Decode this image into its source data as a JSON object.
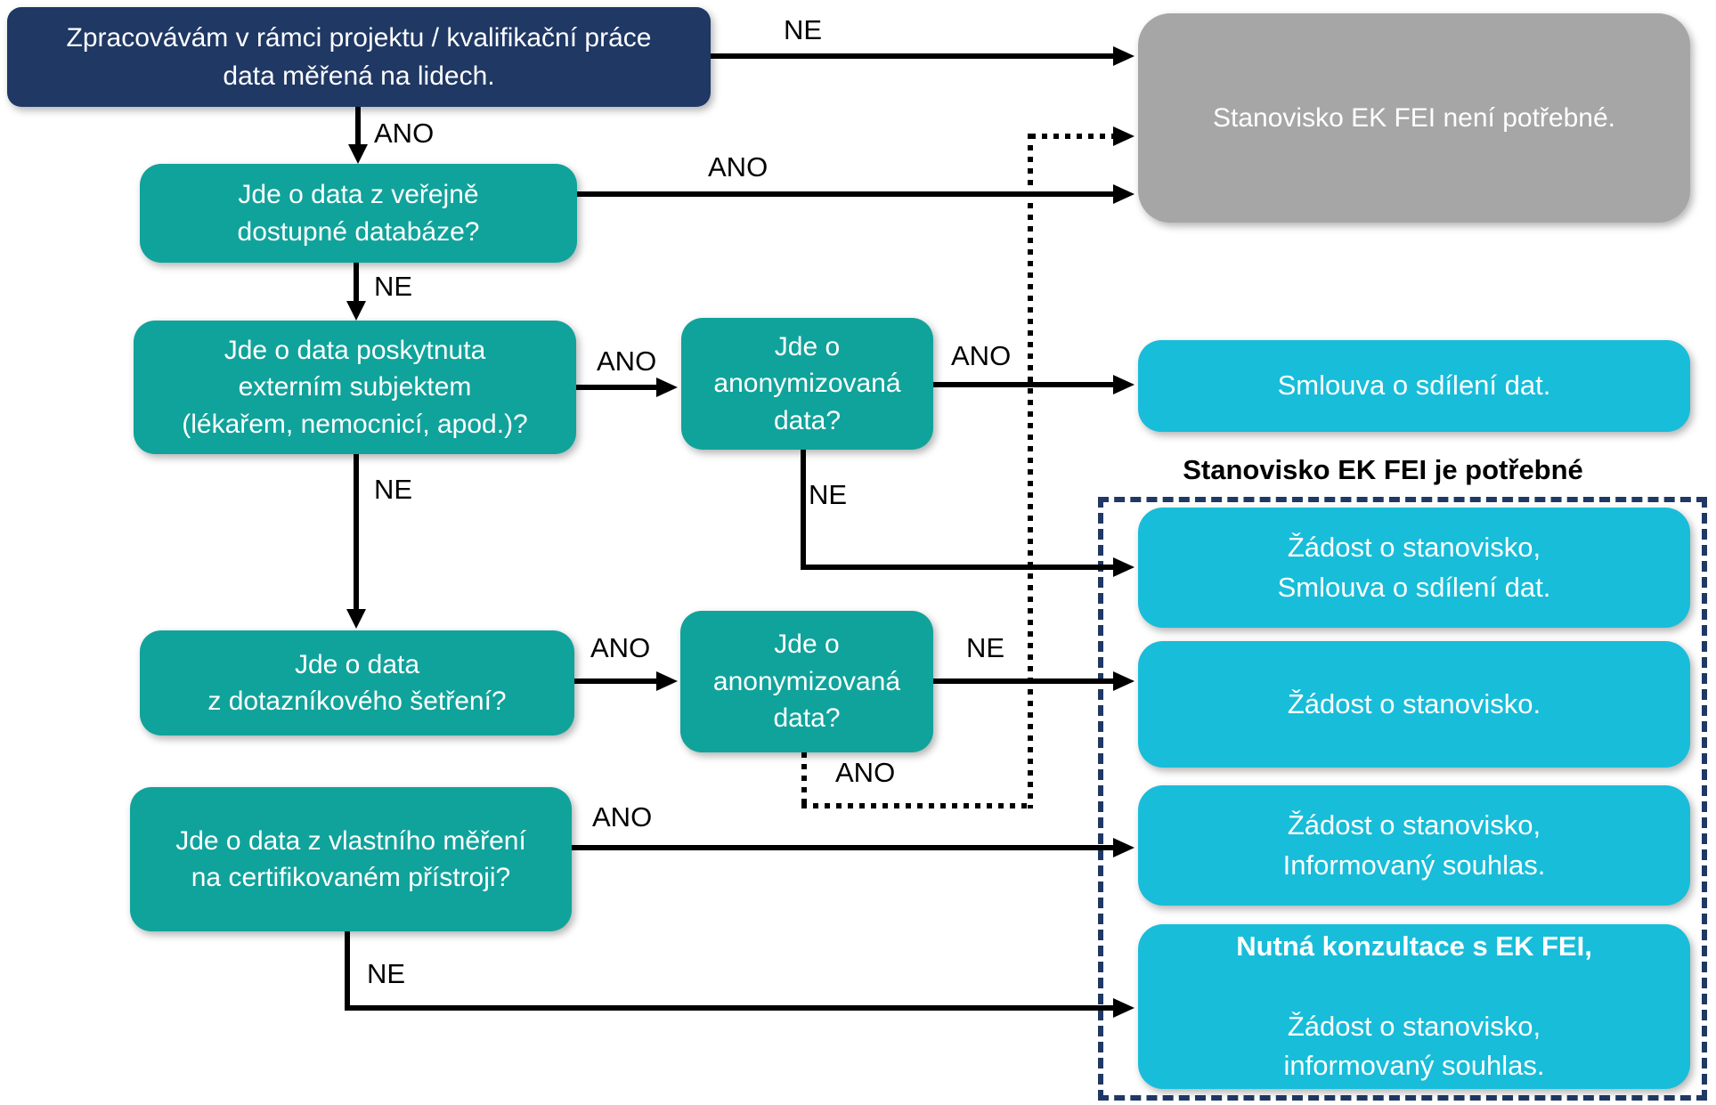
{
  "colors": {
    "navy": "#1F3864",
    "teal": "#10A39B",
    "cyan": "#18BDD9",
    "gray": "#A6A6A6",
    "line": "#000000"
  },
  "labels": {
    "yes": "ANO",
    "no": "NE"
  },
  "section_heading": "Stanovisko EK FEI je potřebné",
  "nodes": {
    "start": "Zpracovávám v rámci projektu / kvalifikační práce\ndata měřená na lidech.",
    "public_db": "Jde o data z veřejně\ndostupné databáze?",
    "external_subject": "Jde o data poskytnuta\nexterním subjektem\n(lékařem, nemocnicí, apod.)?",
    "survey": "Jde o data\nz dotazníkového šetření?",
    "own_measurement": "Jde o data z vlastního měření\nna certifikovaném přístroji?",
    "anonymized_1": "Jde o\nanonymizovaná\ndata?",
    "anonymized_2": "Jde o\nanonymizovaná\ndata?",
    "not_needed": "Stanovisko EK FEI není potřebné.",
    "data_sharing_contract": "Smlouva o sdílení dat.",
    "request_and_contract": "Žádost o stanovisko,\nSmlouva o sdílení dat.",
    "request_only": "Žádost o stanovisko.",
    "request_and_consent": "Žádost o stanovisko,\nInformovaný souhlas.",
    "consultation_bold": "Nutná konzultace s EK FEI,",
    "consultation_rest": "Žádost o stanovisko,\ninformovaný souhlas."
  }
}
